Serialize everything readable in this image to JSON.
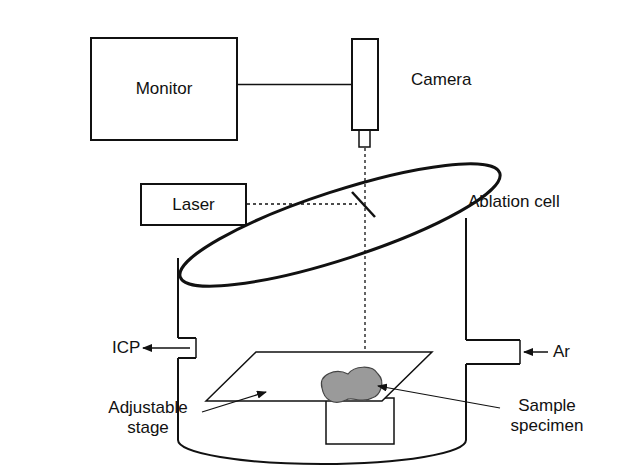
{
  "diagram": {
    "nodes": [
      {
        "text": [
          "Monitor"
        ]
      },
      {
        "text": [
          "Camera"
        ]
      },
      {
        "text": [
          "Laser"
        ]
      }
    ],
    "edges": [
      {
        "from": 0,
        "to": 1,
        "arrow": "none"
      }
    ],
    "labels": [
      "Ablation cell",
      "ICP",
      "Ar",
      "Adjustable stage",
      "Sample specimen"
    ]
  }
}
